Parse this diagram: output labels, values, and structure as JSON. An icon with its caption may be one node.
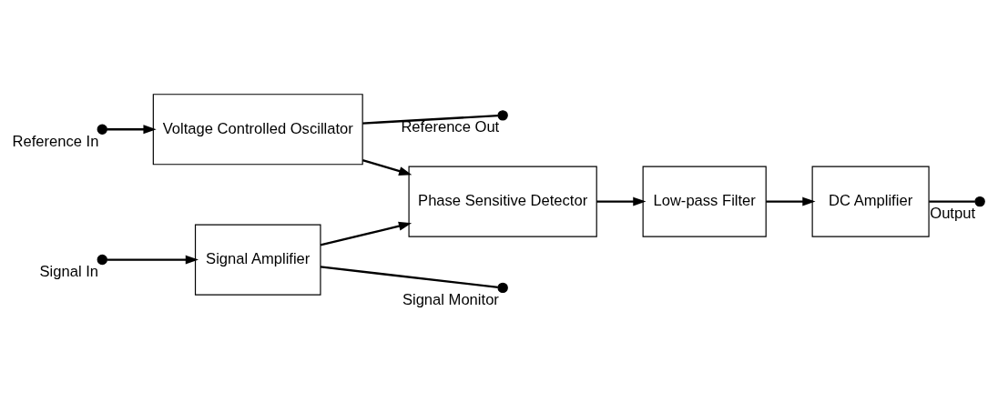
{
  "diagram": {
    "nodes": [
      {
        "text": [],
        "shape": "circle",
        "beside": [
          "Signal Monitor"
        ]
      },
      {
        "text": [],
        "shape": "circle",
        "beside": [
          "Signal In"
        ]
      },
      {
        "text": [
          "Signal Amplifier"
        ]
      },
      {
        "text": [
          "Phase Sensitive Detector"
        ]
      },
      {
        "text": [
          "Low-pass Filter"
        ]
      },
      {
        "text": [
          "DC Amplifier"
        ]
      },
      {
        "text": [],
        "shape": "circle",
        "beside": [
          "Output"
        ]
      },
      {
        "text": [],
        "shape": "circle",
        "beside": [
          "Reference In"
        ]
      },
      {
        "text": [
          "Voltage Controlled Oscillator"
        ]
      },
      {
        "text": [],
        "shape": "circle",
        "beside": [
          "Reference Out"
        ]
      }
    ],
    "edges": [
      {
        "from": 1,
        "to": 2,
        "arrow": "to"
      },
      {
        "from": 2,
        "to": 3,
        "arrow": "to"
      },
      {
        "from": 2,
        "to": 0,
        "arrow": "none"
      },
      {
        "from": 3,
        "to": 4,
        "arrow": "to"
      },
      {
        "from": 4,
        "to": 5,
        "arrow": "to"
      },
      {
        "from": 5,
        "to": 6,
        "arrow": "none"
      },
      {
        "from": 7,
        "to": 8,
        "arrow": "to"
      },
      {
        "from": 8,
        "to": 3,
        "arrow": "to"
      },
      {
        "from": 8,
        "to": 9,
        "arrow": "none"
      }
    ]
  }
}
